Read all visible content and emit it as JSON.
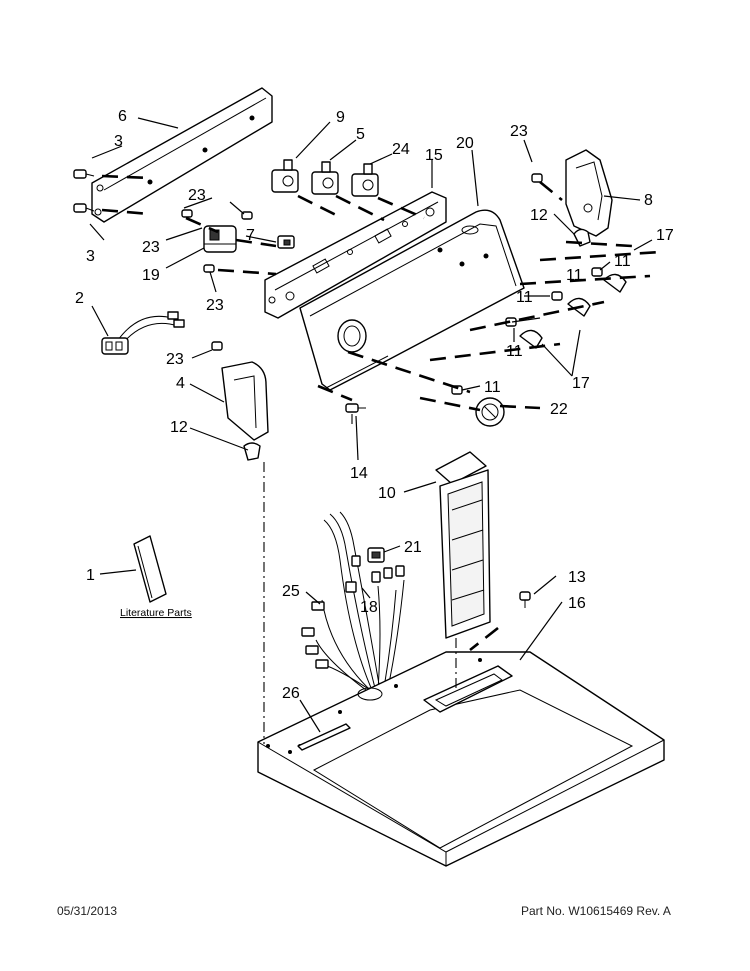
{
  "diagram": {
    "callouts": {
      "c1": "1",
      "c2": "2",
      "c3a": "3",
      "c3b": "3",
      "c4": "4",
      "c5": "5",
      "c6": "6",
      "c7": "7",
      "c8": "8",
      "c9": "9",
      "c10": "10",
      "c11a": "11",
      "c11b": "11",
      "c11c": "11",
      "c11d": "11",
      "c11e": "11",
      "c12a": "12",
      "c12b": "12",
      "c13": "13",
      "c14": "14",
      "c15": "15",
      "c16": "16",
      "c17a": "17",
      "c17b": "17",
      "c18": "18",
      "c19": "19",
      "c20": "20",
      "c21": "21",
      "c22": "22",
      "c23a": "23",
      "c23b": "23",
      "c23c": "23",
      "c23d": "23",
      "c23e": "23",
      "c24": "24",
      "c25": "25",
      "c26": "26"
    },
    "literature_label": "Literature Parts"
  },
  "footer": {
    "date": "05/31/2013",
    "part_number": "Part No.  W10615469  Rev.  A"
  }
}
